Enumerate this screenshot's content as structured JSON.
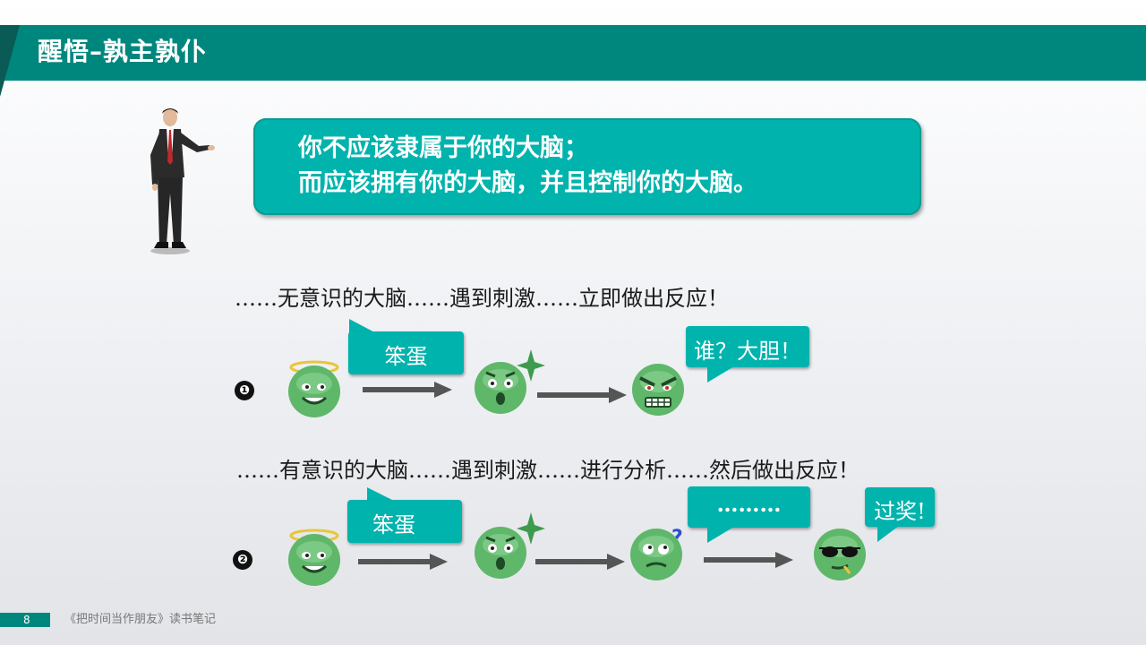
{
  "header": {
    "title": "醒悟–孰主孰仆"
  },
  "quote": {
    "line1": "你不应该隶属于你的大脑；",
    "line2": "而应该拥有你的大脑，并且控制你的大脑。"
  },
  "scenario1": {
    "number": "❶",
    "text": "……无意识的大脑……遇到刺激……立即做出反应！",
    "bubble_insult": "笨蛋",
    "bubble_reply": "谁？大胆！",
    "faces": [
      "angel-face-icon",
      "shocked-face-icon",
      "angry-face-icon"
    ]
  },
  "scenario2": {
    "number": "❷",
    "text": "……有意识的大脑……遇到刺激……进行分析……然后做出反应！",
    "bubble_insult": "笨蛋",
    "bubble_thinking": "………",
    "bubble_reply": "过奖!",
    "faces": [
      "angel-face-icon",
      "shocked-face-icon",
      "thinking-face-icon",
      "cool-face-icon"
    ]
  },
  "footer": {
    "page": "8",
    "caption": "《把时间当作朋友》读书笔记"
  },
  "colors": {
    "accent": "#00877d",
    "bubble": "#00b3ad",
    "face": "#5fb76a",
    "arrow": "#555555"
  }
}
